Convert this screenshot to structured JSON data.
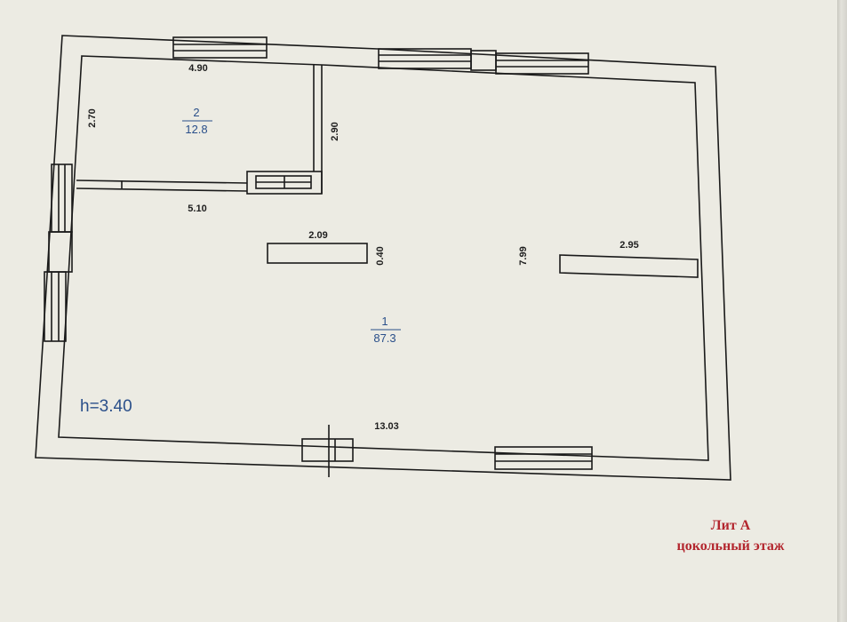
{
  "plan": {
    "ceiling_height": "h=3.40",
    "rooms": [
      {
        "number": "1",
        "area": "87.3"
      },
      {
        "number": "2",
        "area": "12.8"
      }
    ],
    "dimensions": {
      "room2_width": "4.90",
      "room2_depth": "2.70",
      "partition_right": "2.90",
      "partition_bottom": "5.10",
      "block_length": "2.09",
      "block_thickness": "0.40",
      "hall_depth": "7.99",
      "right_wall_length": "2.95",
      "hall_length": "13.03"
    },
    "caption": {
      "lit": "Лит А",
      "floor": "цокольный этаж"
    }
  },
  "colors": {
    "background": "#ecebe3",
    "lines": "#1a1a1a",
    "room_labels": "#2a4f8a",
    "caption": "#b3262e"
  }
}
